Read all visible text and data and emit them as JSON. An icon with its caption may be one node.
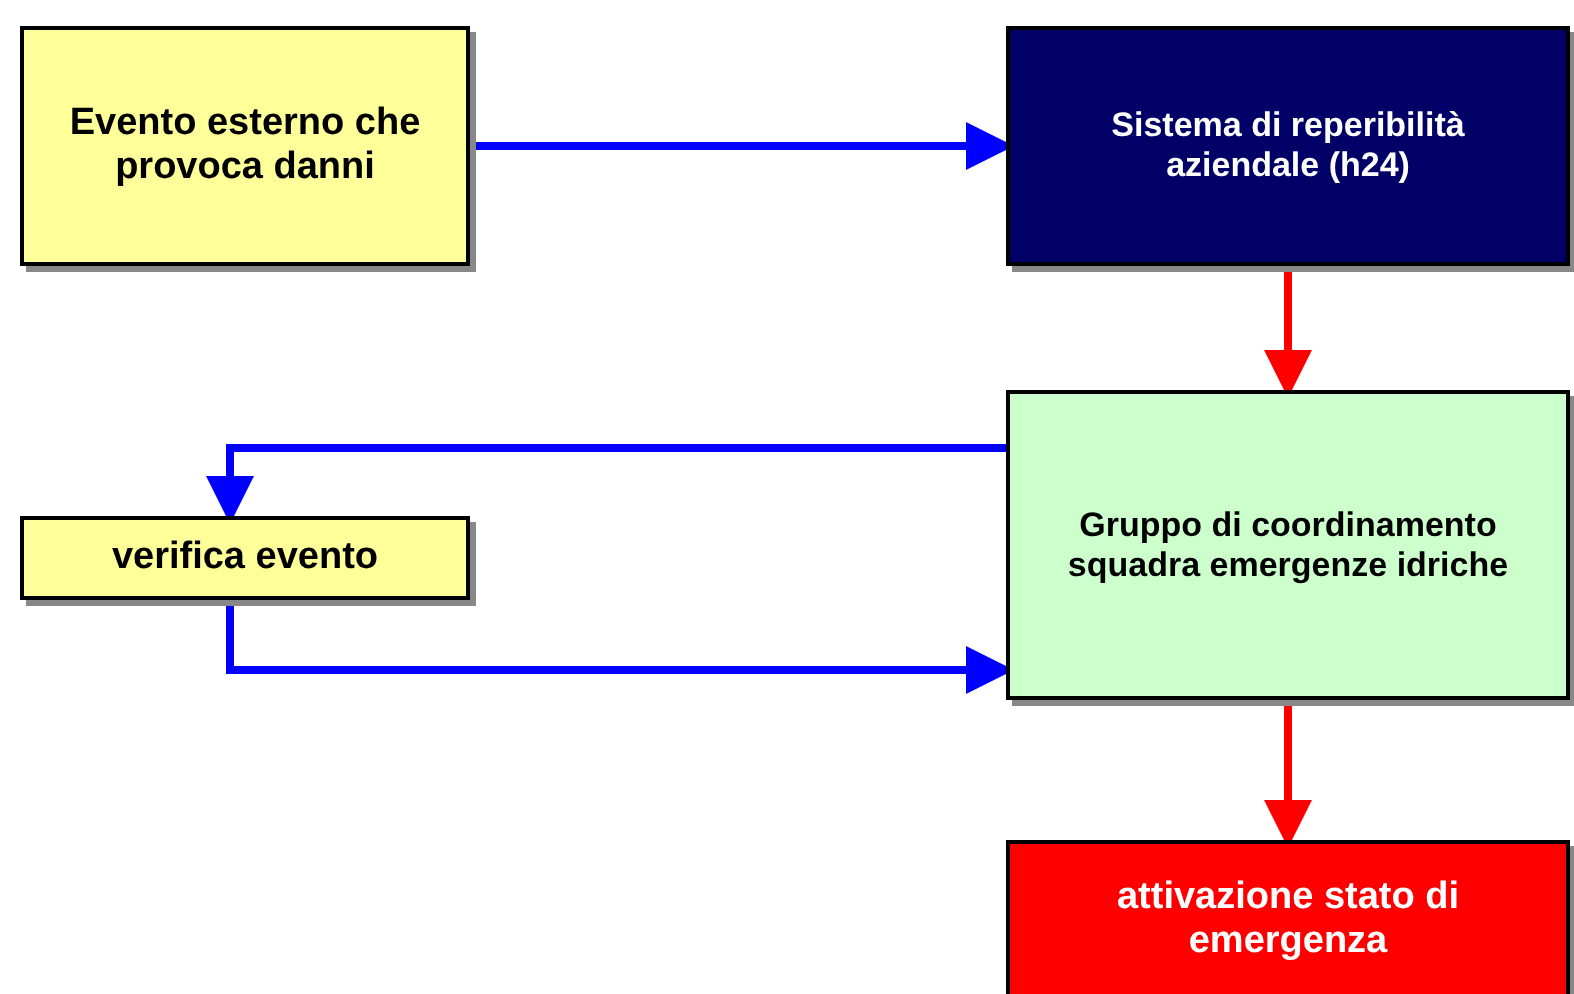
{
  "diagram": {
    "nodes": [
      {
        "text": [
          "Evento esterno che provoca danni"
        ]
      },
      {
        "text": [
          "Sistema di reperibilità aziendale (h24)"
        ]
      },
      {
        "text": [
          "Gruppo di coordinamento squadra emergenze idriche"
        ]
      },
      {
        "text": [
          "verifica evento"
        ]
      },
      {
        "text": [
          "attivazione stato di emergenza"
        ]
      }
    ],
    "edges": [
      {
        "from": 0,
        "to": 1,
        "arrow": "to"
      },
      {
        "from": 1,
        "to": 2,
        "arrow": "to",
        "color": "#ff0000"
      },
      {
        "from": 2,
        "to": 3,
        "arrow": "to"
      },
      {
        "from": 3,
        "to": 2,
        "arrow": "to"
      },
      {
        "from": 2,
        "to": 4,
        "arrow": "to",
        "color": "#ff0000"
      }
    ]
  }
}
